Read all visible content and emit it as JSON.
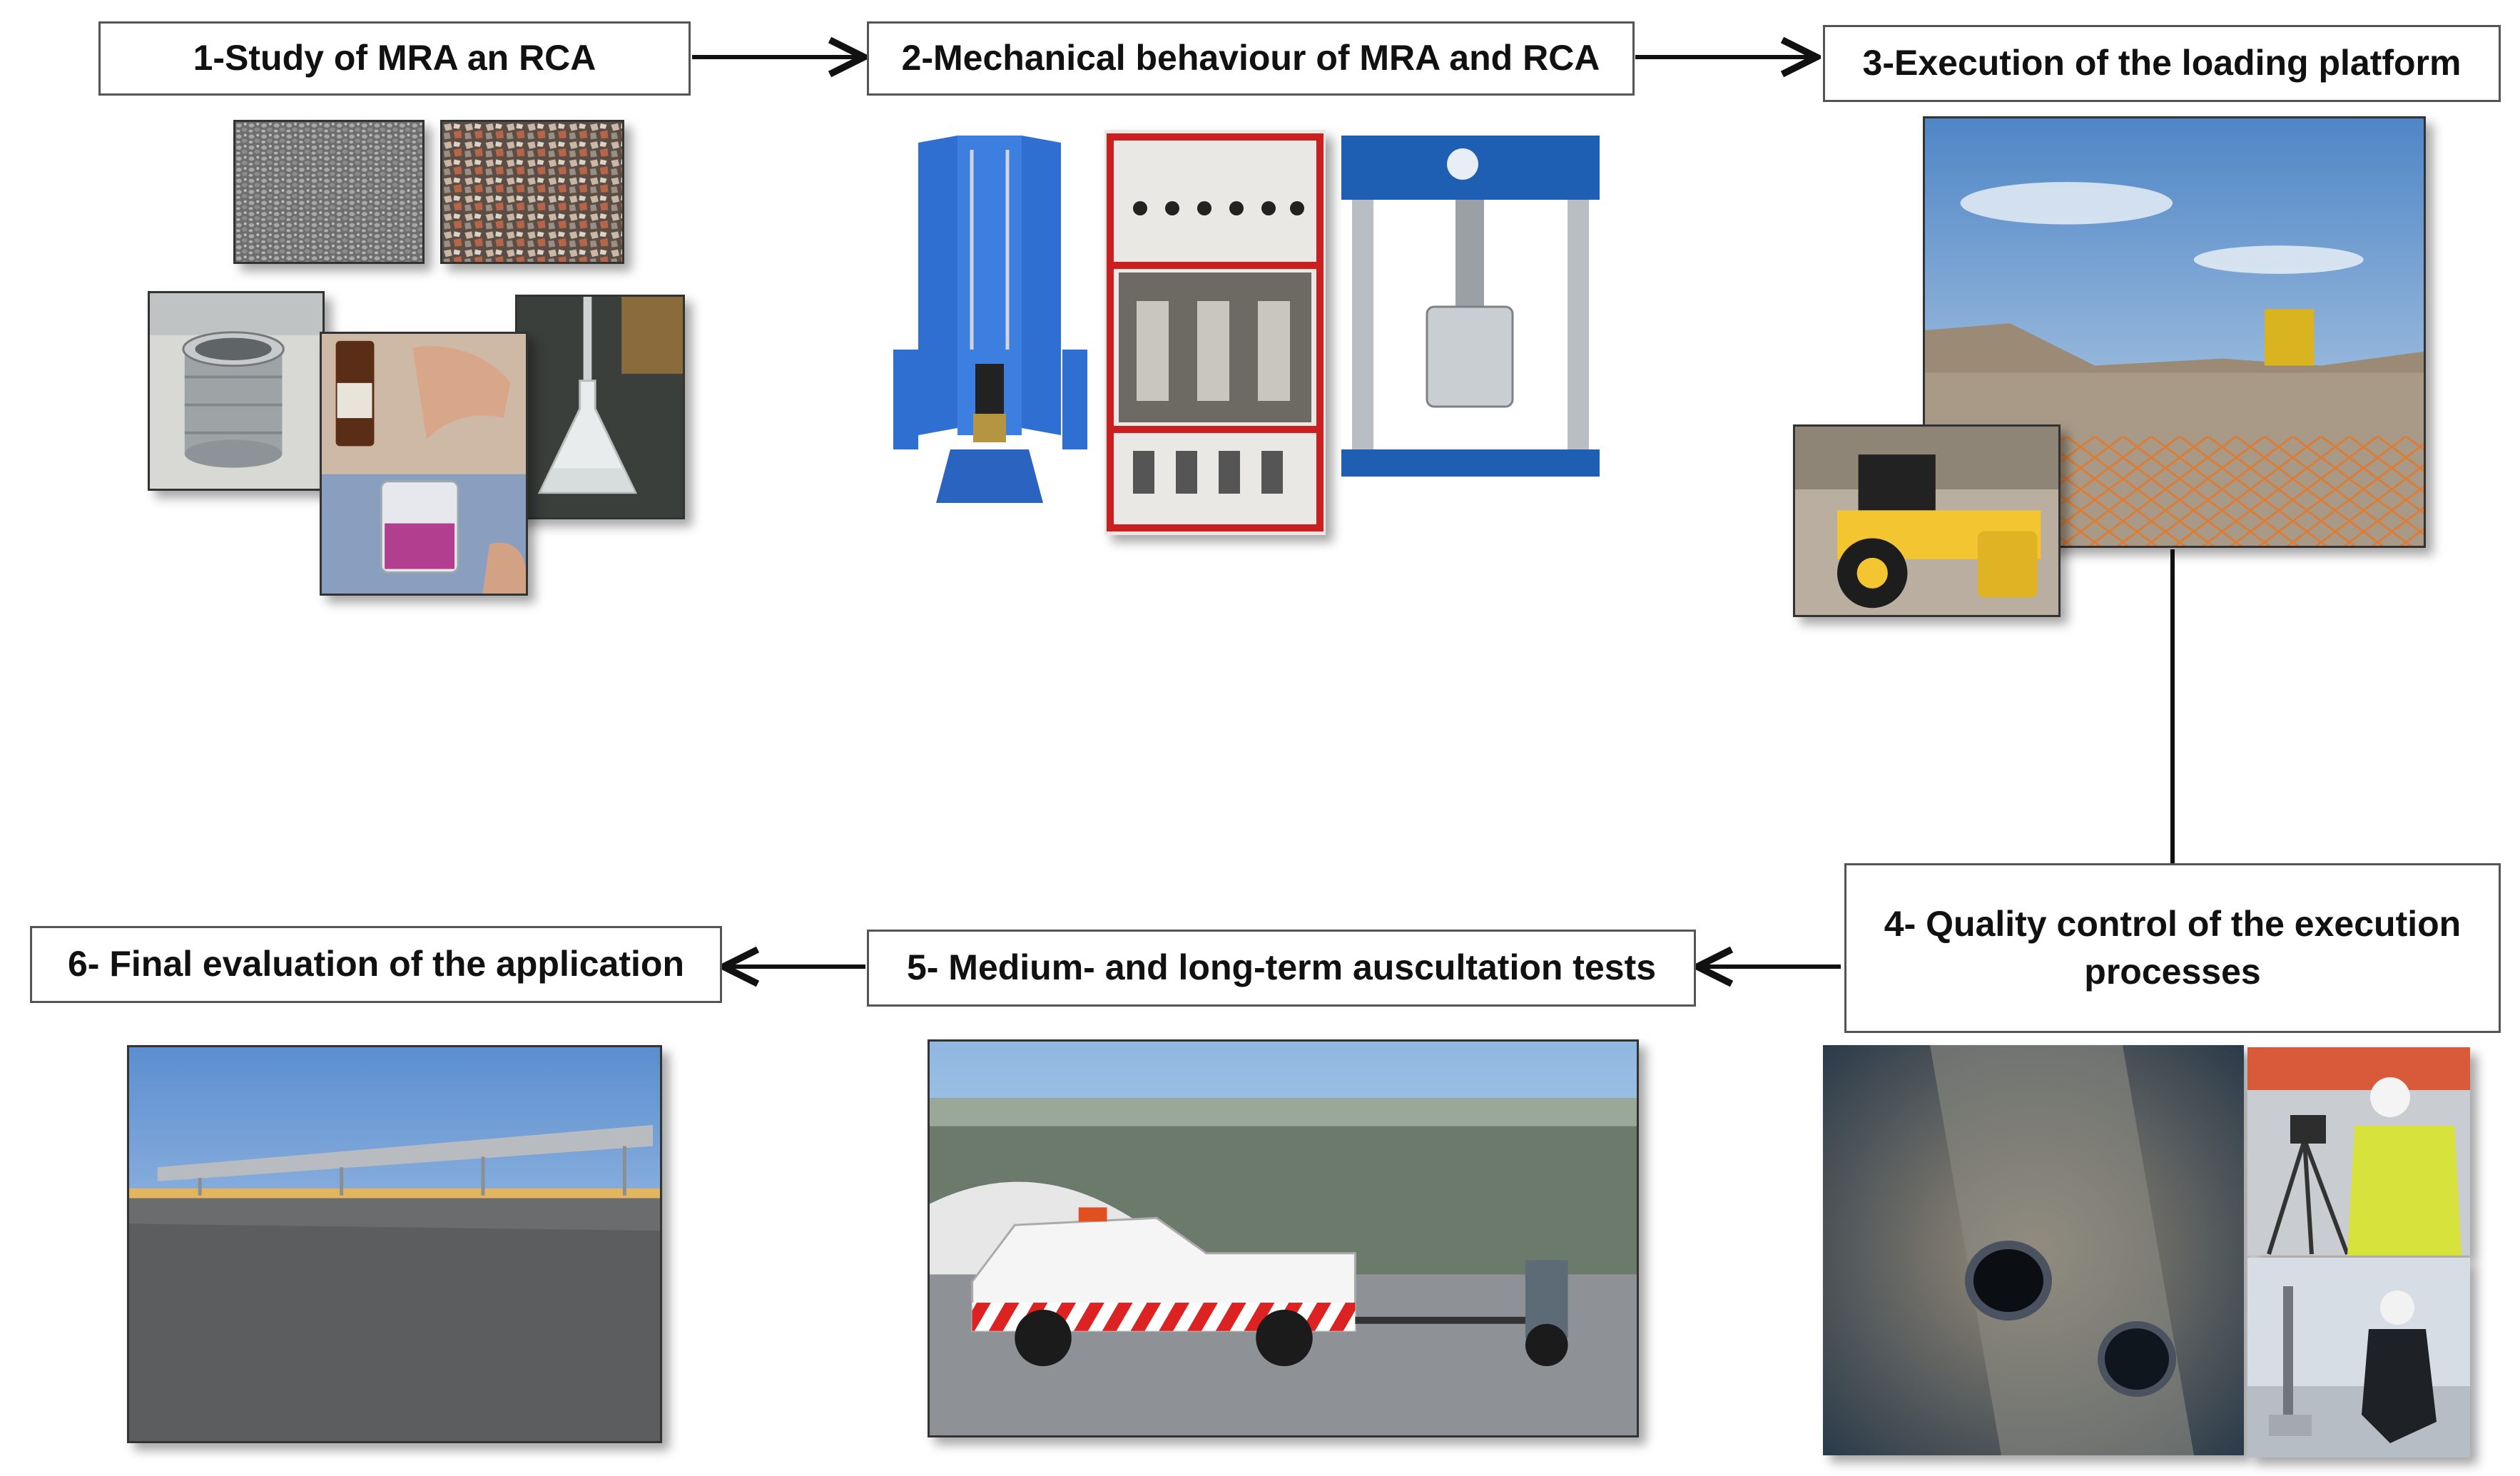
{
  "steps": [
    {
      "label": "1-Study of MRA an RCA"
    },
    {
      "label": "2-Mechanical behaviour of MRA and RCA"
    },
    {
      "label": "3-Execution of the loading platform"
    },
    {
      "label": "4- Quality control of the execution processes"
    },
    {
      "label": "5- Medium- and long-term auscultation tests"
    },
    {
      "label": "6- Final evaluation of the application"
    }
  ],
  "photos": {
    "step1": [
      "natural-aggregate-photo",
      "recycled-aggregate-photo",
      "sieve-stack-photo",
      "chemical-test-photo",
      "flask-test-photo"
    ],
    "step2": [
      "triaxial-cell-photo",
      "multi-cell-rig-photo",
      "loading-press-photo"
    ],
    "step3": [
      "construction-site-photo",
      "compactor-roller-photo"
    ],
    "step4": [
      "core-sample-photo",
      "surveyor-photo",
      "drilling-worker-photo"
    ],
    "step5": [
      "auscultation-vehicle-photo"
    ],
    "step6": [
      "finished-platform-photo"
    ]
  },
  "colors": {
    "border": "#555555",
    "arrow": "#111111"
  }
}
